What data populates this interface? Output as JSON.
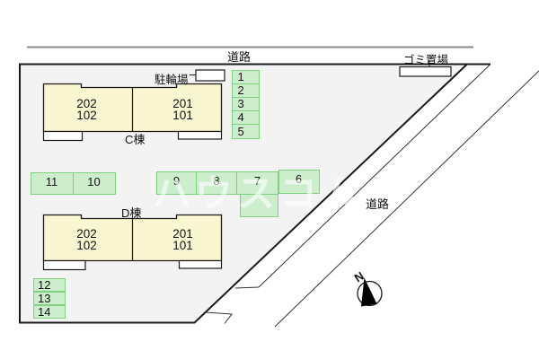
{
  "roads": {
    "top_label": "道路",
    "right_label": "道路"
  },
  "facilities": {
    "garbage_label": "ゴミ置場",
    "bicycle_label": "駐輪場"
  },
  "buildings": {
    "c": {
      "name": "C棟",
      "left_unit": {
        "upper": "202",
        "lower": "102"
      },
      "right_unit": {
        "upper": "201",
        "lower": "101"
      }
    },
    "d": {
      "name": "D棟",
      "left_unit": {
        "upper": "202",
        "lower": "102"
      },
      "right_unit": {
        "upper": "201",
        "lower": "101"
      }
    }
  },
  "parking": {
    "spots": [
      {
        "label": "1"
      },
      {
        "label": "2"
      },
      {
        "label": "3"
      },
      {
        "label": "4"
      },
      {
        "label": "5"
      },
      {
        "label": "6"
      },
      {
        "label": "7"
      },
      {
        "label": "8"
      },
      {
        "label": "9"
      },
      {
        "label": "10"
      },
      {
        "label": "11"
      },
      {
        "label": "12"
      },
      {
        "label": "13"
      },
      {
        "label": "14"
      }
    ]
  },
  "compass": {
    "north_label": "N"
  },
  "watermark": "ハウスコム",
  "colors": {
    "site_fill": "#f3f3f3",
    "building_fill": "#fbf6d2",
    "spot_fill": "#cdeecd",
    "spot_border": "#80d080",
    "road_line": "#8a8a8a",
    "outline": "#1a1a1a"
  }
}
